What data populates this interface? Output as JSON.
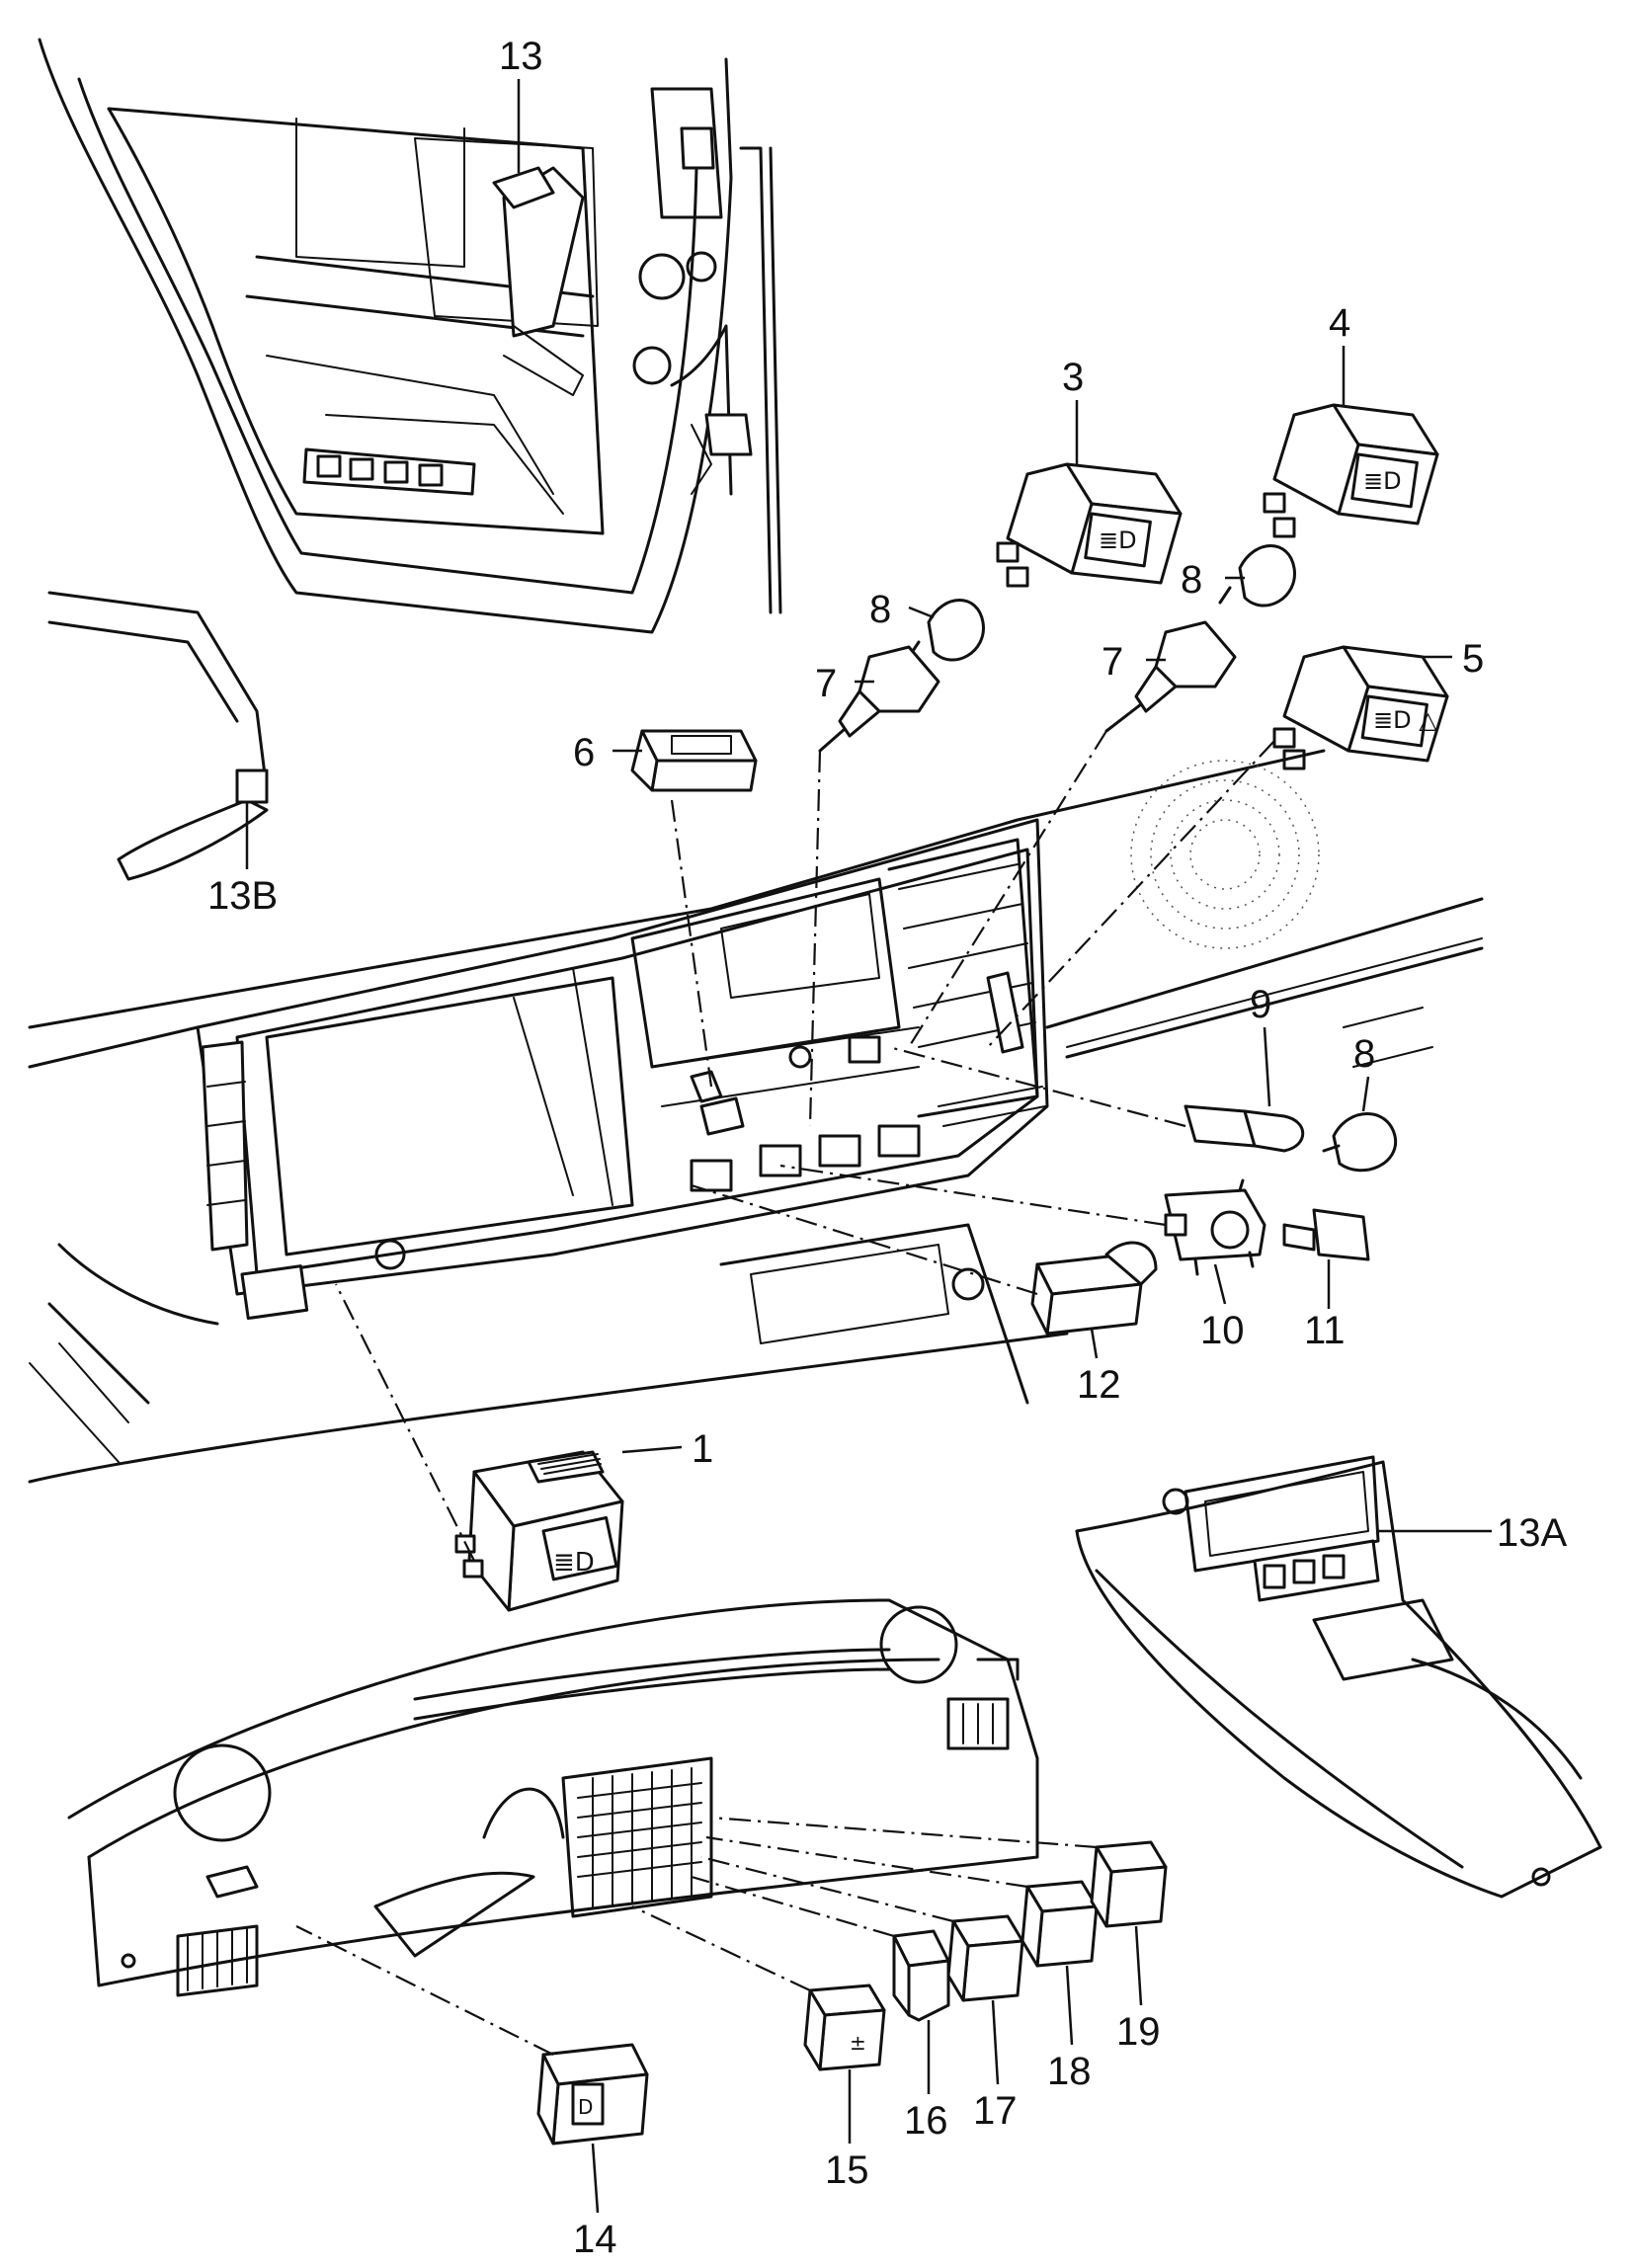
{
  "callouts": [
    {
      "id": "13",
      "label": "13"
    },
    {
      "id": "3",
      "label": "3"
    },
    {
      "id": "4",
      "label": "4"
    },
    {
      "id": "8a",
      "label": "8"
    },
    {
      "id": "8b",
      "label": "8"
    },
    {
      "id": "7a",
      "label": "7"
    },
    {
      "id": "7b",
      "label": "7"
    },
    {
      "id": "5",
      "label": "5"
    },
    {
      "id": "6",
      "label": "6"
    },
    {
      "id": "13B",
      "label": "13B"
    },
    {
      "id": "9",
      "label": "9"
    },
    {
      "id": "8c",
      "label": "8"
    },
    {
      "id": "10",
      "label": "10"
    },
    {
      "id": "11",
      "label": "11"
    },
    {
      "id": "12",
      "label": "12"
    },
    {
      "id": "1",
      "label": "1"
    },
    {
      "id": "13A",
      "label": "13A"
    },
    {
      "id": "14",
      "label": "14"
    },
    {
      "id": "15",
      "label": "15"
    },
    {
      "id": "16",
      "label": "16"
    },
    {
      "id": "17",
      "label": "17"
    },
    {
      "id": "18",
      "label": "18"
    },
    {
      "id": "19",
      "label": "19"
    }
  ]
}
